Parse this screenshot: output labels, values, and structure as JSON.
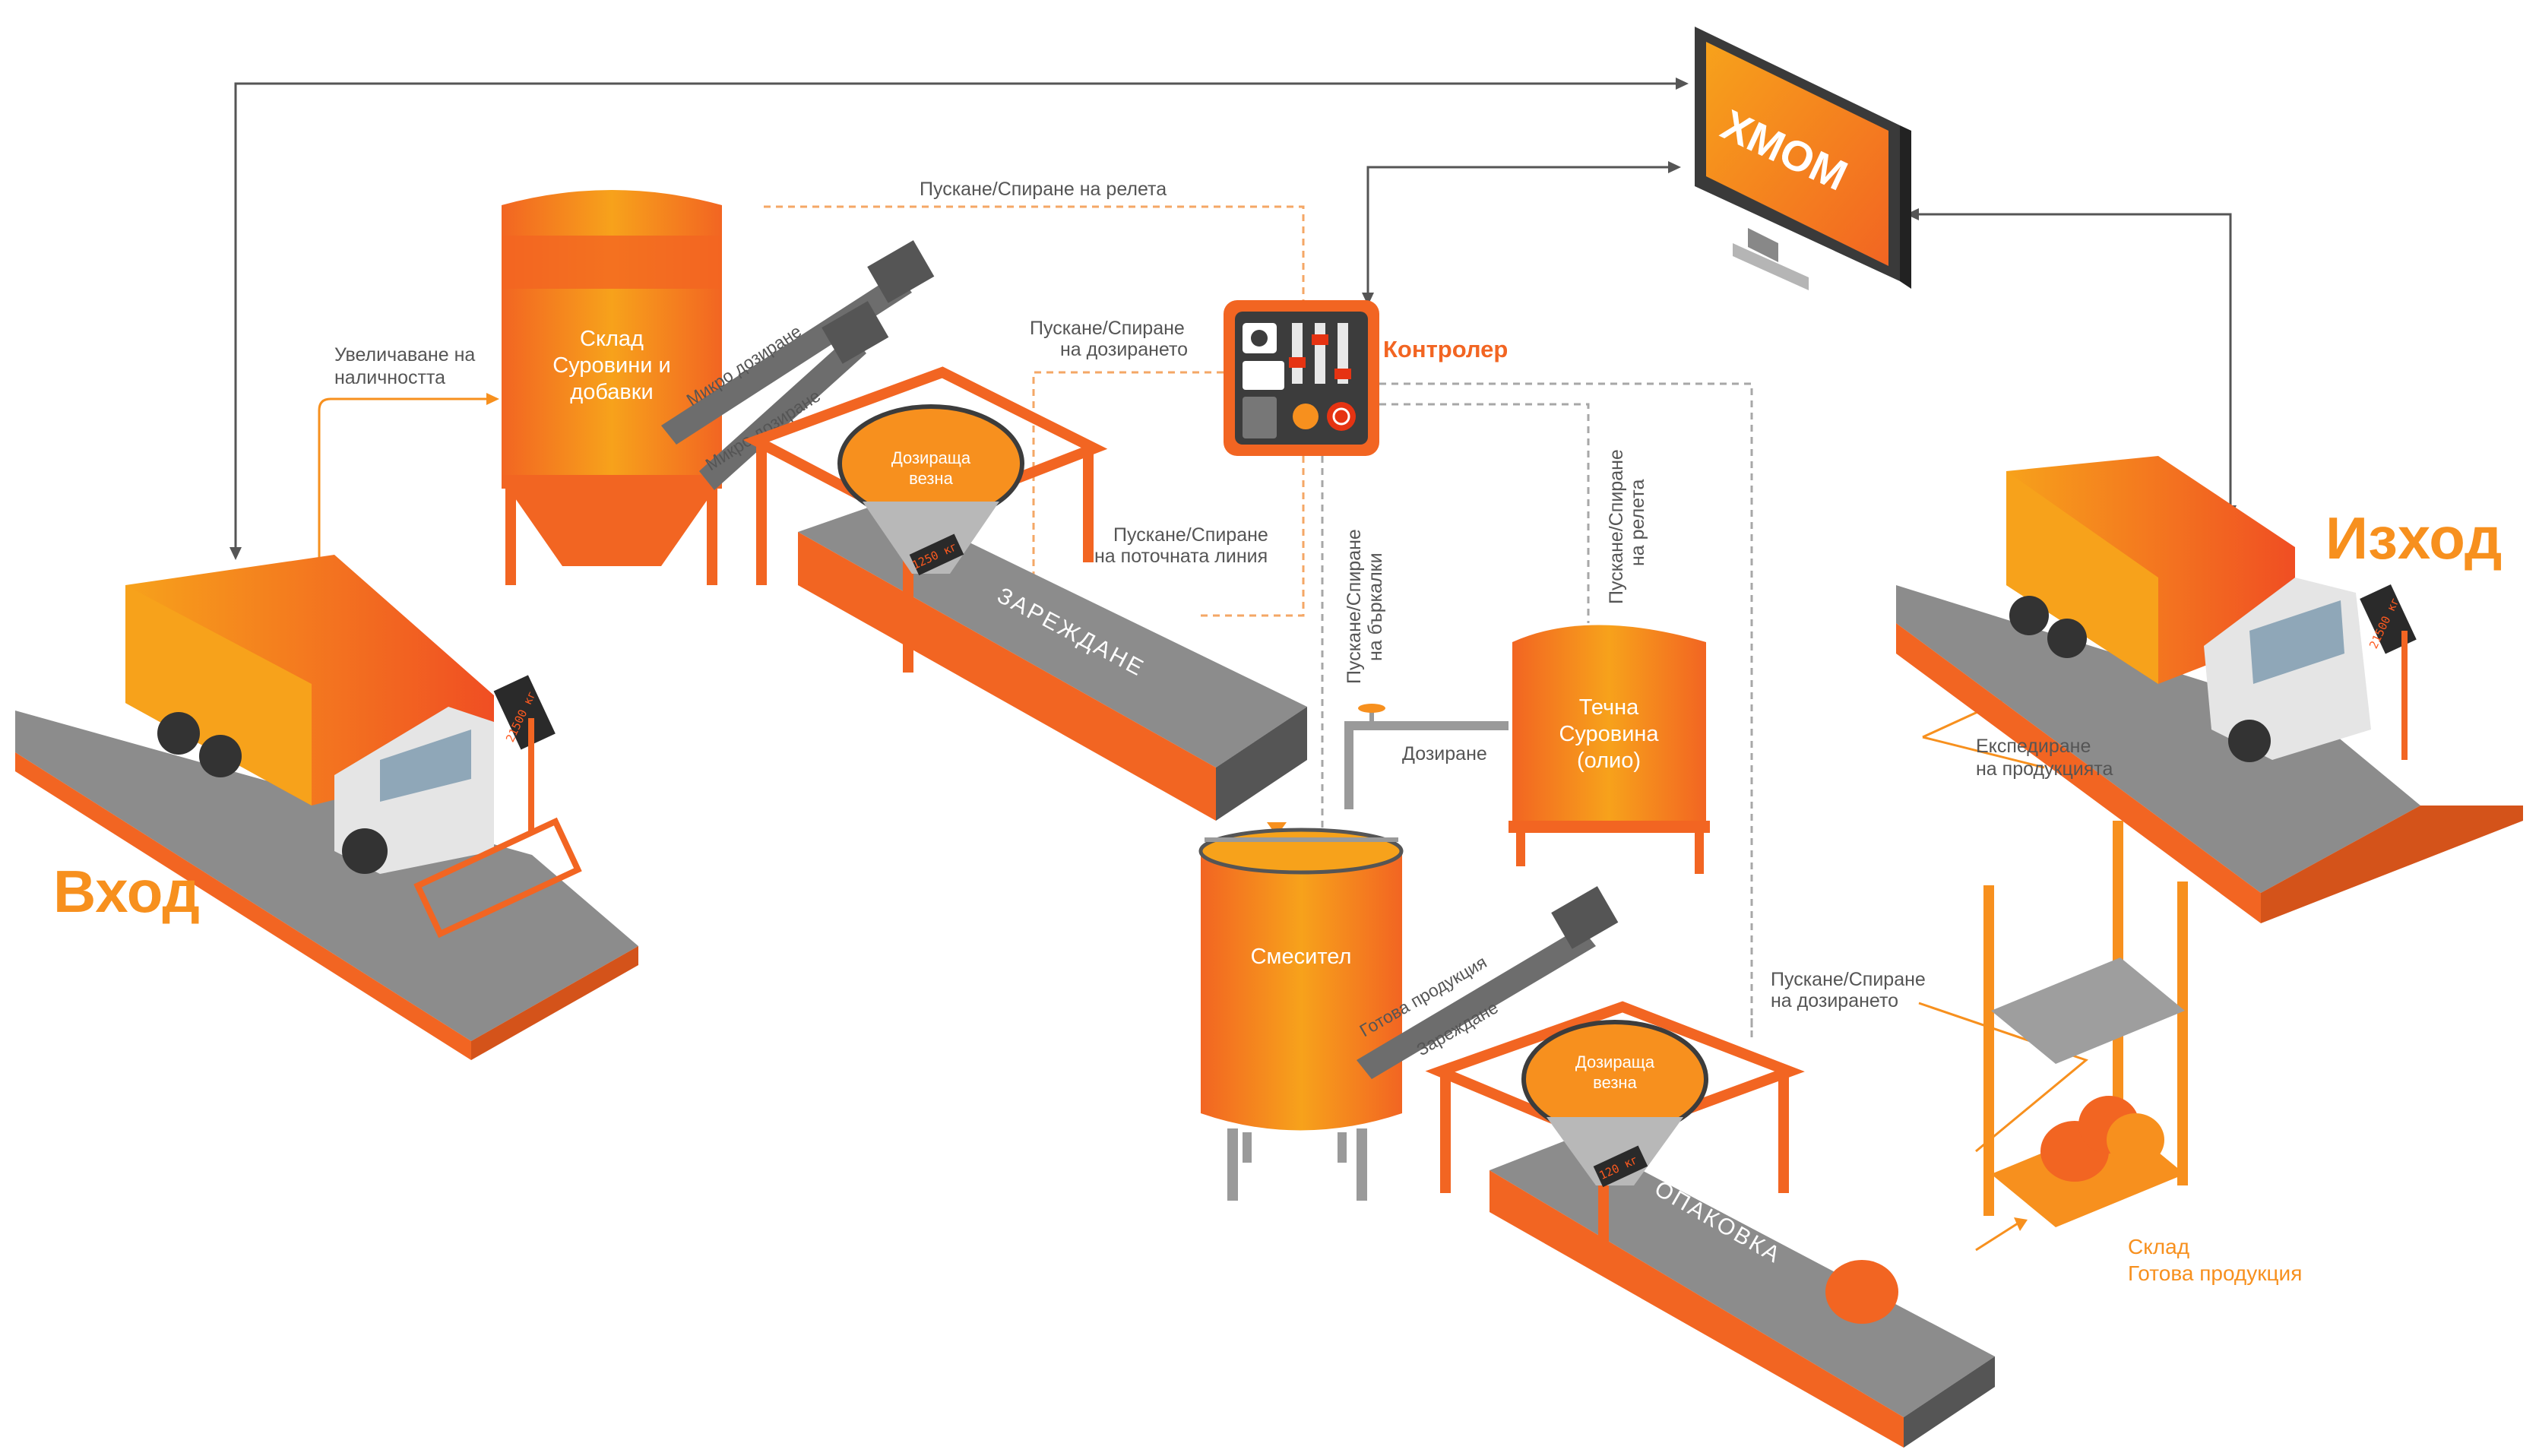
{
  "sections": {
    "entry": "Вход",
    "exit": "Изход"
  },
  "monitor": {
    "brand": "XMOM"
  },
  "controller": {
    "label": "Контролер"
  },
  "raw_storage": {
    "line1": "Склад",
    "line2": "Суровини и",
    "line3": "добавки"
  },
  "raw_storage_arrow": {
    "line1": "Увеличаване на",
    "line2": "наличността"
  },
  "micro_dosing_1": "Микро дозиране",
  "micro_dosing_2": "Микро дозиране",
  "scale_1": {
    "line1": "Дозираща",
    "line2": "везна",
    "display": "1250 кг"
  },
  "scale_2": {
    "line1": "Дозираща",
    "line2": "везна",
    "display": "120 кг"
  },
  "conveyor_1": "ЗАРЕЖДАНЕ",
  "conveyor_2": "ОПАКОВКА",
  "mixer": "Смесител",
  "liquid_tank": {
    "line1": "Течна",
    "line2": "Суровина",
    "line3": "(олио)"
  },
  "dosing_label": "Дозиране",
  "finished_product_chute": "Готова продукция",
  "loading_chute": "Зареждане",
  "relay_top": "Пускане/Спиране на релета",
  "dosing_ctrl": {
    "line1": "Пускане/Спиране",
    "line2": "на дозирането"
  },
  "flowline_ctrl": {
    "line1": "Пускане/Спиране",
    "line2": "на поточната линия"
  },
  "mixers_ctrl": {
    "line1": "Пускане/Спиране",
    "line2": "на бъркалки"
  },
  "relay_ctrl": {
    "line1": "Пускане/Спиране",
    "line2": "на релета"
  },
  "dosing_ctrl_2": {
    "line1": "Пускане/Спиране",
    "line2": "на дозирането"
  },
  "shipping": {
    "line1": "Експедиране",
    "line2": "на продукцията"
  },
  "warehouse": {
    "line1": "Склад",
    "line2": "Готова продукция"
  },
  "truck_scale_1": "21500 кг",
  "truck_scale_2": "21500 кг",
  "colors": {
    "orange": "#f7901e",
    "dark_orange": "#f26522",
    "gray": "#8c8c8c",
    "dark_gray": "#555555",
    "dash_orange": "#f4a766"
  }
}
